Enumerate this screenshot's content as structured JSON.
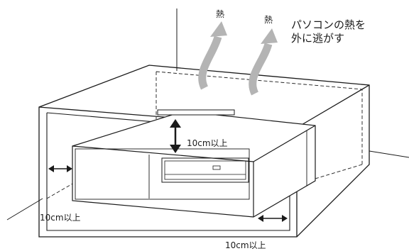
{
  "labels": {
    "heat_left": "熱",
    "heat_right": "熱",
    "note_line1": "パソコンの熱を",
    "note_line2": "外に逃がす",
    "clearance_top": "10cm以上",
    "clearance_left": "10cm以上",
    "clearance_bottom": "10cm以上"
  },
  "colors": {
    "line": "#1a1a1a",
    "heat_arrow": "#b4b4b4",
    "pc_body": "#ffffff"
  }
}
